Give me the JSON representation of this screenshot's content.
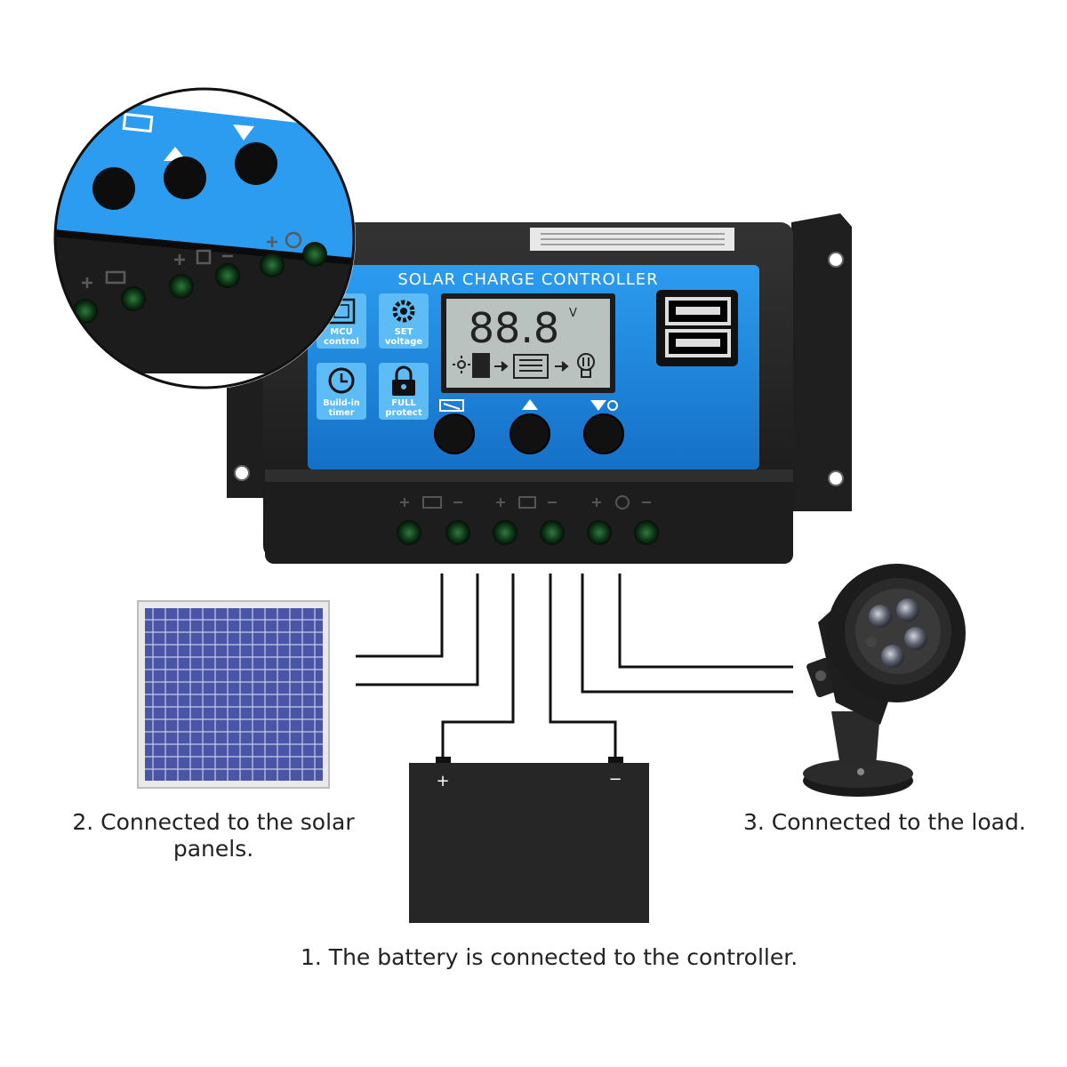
{
  "controller": {
    "title": "SOLAR CHARGE CONTROLLER",
    "lcd_digits": "88.8",
    "lcd_unit": "V",
    "features": [
      {
        "line1": "MCU",
        "line2": "control",
        "icon": "chip-icon"
      },
      {
        "line1": "SET",
        "line2": "voltage",
        "icon": "gear-icon"
      },
      {
        "line1": "Build-in",
        "line2": "timer",
        "icon": "clock-icon"
      },
      {
        "line1": "FULL",
        "line2": "protect",
        "icon": "lock-icon"
      }
    ],
    "buttons": [
      "menu-button",
      "up-button",
      "down-button"
    ],
    "terminal_groups": [
      "solar-panel",
      "battery",
      "load"
    ]
  },
  "battery": {
    "plus": "+",
    "minus": "−"
  },
  "captions": {
    "solar": "2. Connected to the solar panels.",
    "load": "3. Connected to the load.",
    "battery": "1. The battery is connected to the controller."
  },
  "colors": {
    "panel_blue": "#1e8de0",
    "controller_body": "#252525",
    "lcd": "#b9c2bf",
    "solar_cell": "#4a55a8",
    "battery_body": "#262626"
  }
}
